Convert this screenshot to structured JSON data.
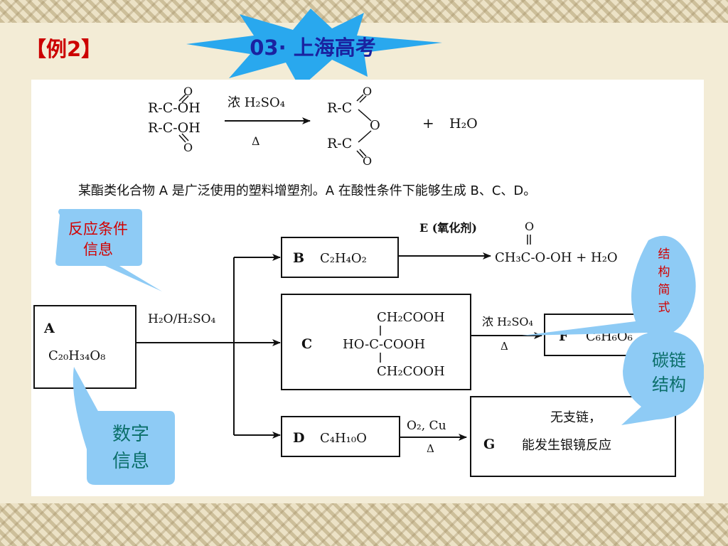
{
  "slide": {
    "example_label": "【例2】",
    "burst_label": "03· 上海高考"
  },
  "reaction": {
    "reactant_line1": "R-C-OH",
    "reactant_line2": "R-C-OH",
    "reagent": "浓 H₂SO₄",
    "heat": "Δ",
    "product_r1": "R-C",
    "product_r2": "R-C",
    "o": "O",
    "plus": "+",
    "water": "H₂O"
  },
  "problem_text": "某酯类化合物 A 是广泛使用的塑料增塑剂。A 在酸性条件下能够生成 B、C、D。",
  "nodes": {
    "A": {
      "label": "A",
      "formula": "C₂₀H₃₄O₈"
    },
    "B": {
      "label": "B",
      "formula": "C₂H₄O₂"
    },
    "C": {
      "label": "C",
      "line1": "CH₂COOH",
      "line2": "HO-C-COOH",
      "line3": "CH₂COOH"
    },
    "D": {
      "label": "D",
      "formula": "C₄H₁₀O"
    },
    "F": {
      "label": "F",
      "formula": "C₆H₆O₆"
    },
    "G": {
      "label": "G",
      "desc1": "无支链，",
      "desc2": "能发生银镜反应"
    }
  },
  "conditions": {
    "hydrolysis": "H₂O/H₂SO₄",
    "oxidant": "E (氧化剂)",
    "peracid_top": "O",
    "peracid": "CH₃C-O-OH + H₂O",
    "to_F": "浓 H₂SO₄",
    "to_F_heat": "Δ",
    "to_G": "O₂, Cu",
    "to_G_heat": "Δ"
  },
  "callouts": {
    "reaction_conditions": {
      "line1": "反应条件",
      "line2": "信息",
      "color": "#d20000"
    },
    "structural_formula": {
      "chars": [
        "结",
        "构",
        "简",
        "式"
      ],
      "color": "#d20000"
    },
    "carbon_chain": {
      "line1": "碳链",
      "line2": "结构",
      "color": "#0b6f6a"
    },
    "numeric_info": {
      "line1": "数字",
      "line2": "信息",
      "color": "#0b6f6a"
    }
  },
  "colors": {
    "callout_fill": "#8ecbf5",
    "burst_fill": "#29a8ee",
    "title_red": "#cc0000",
    "burst_text": "#1a22a0"
  }
}
